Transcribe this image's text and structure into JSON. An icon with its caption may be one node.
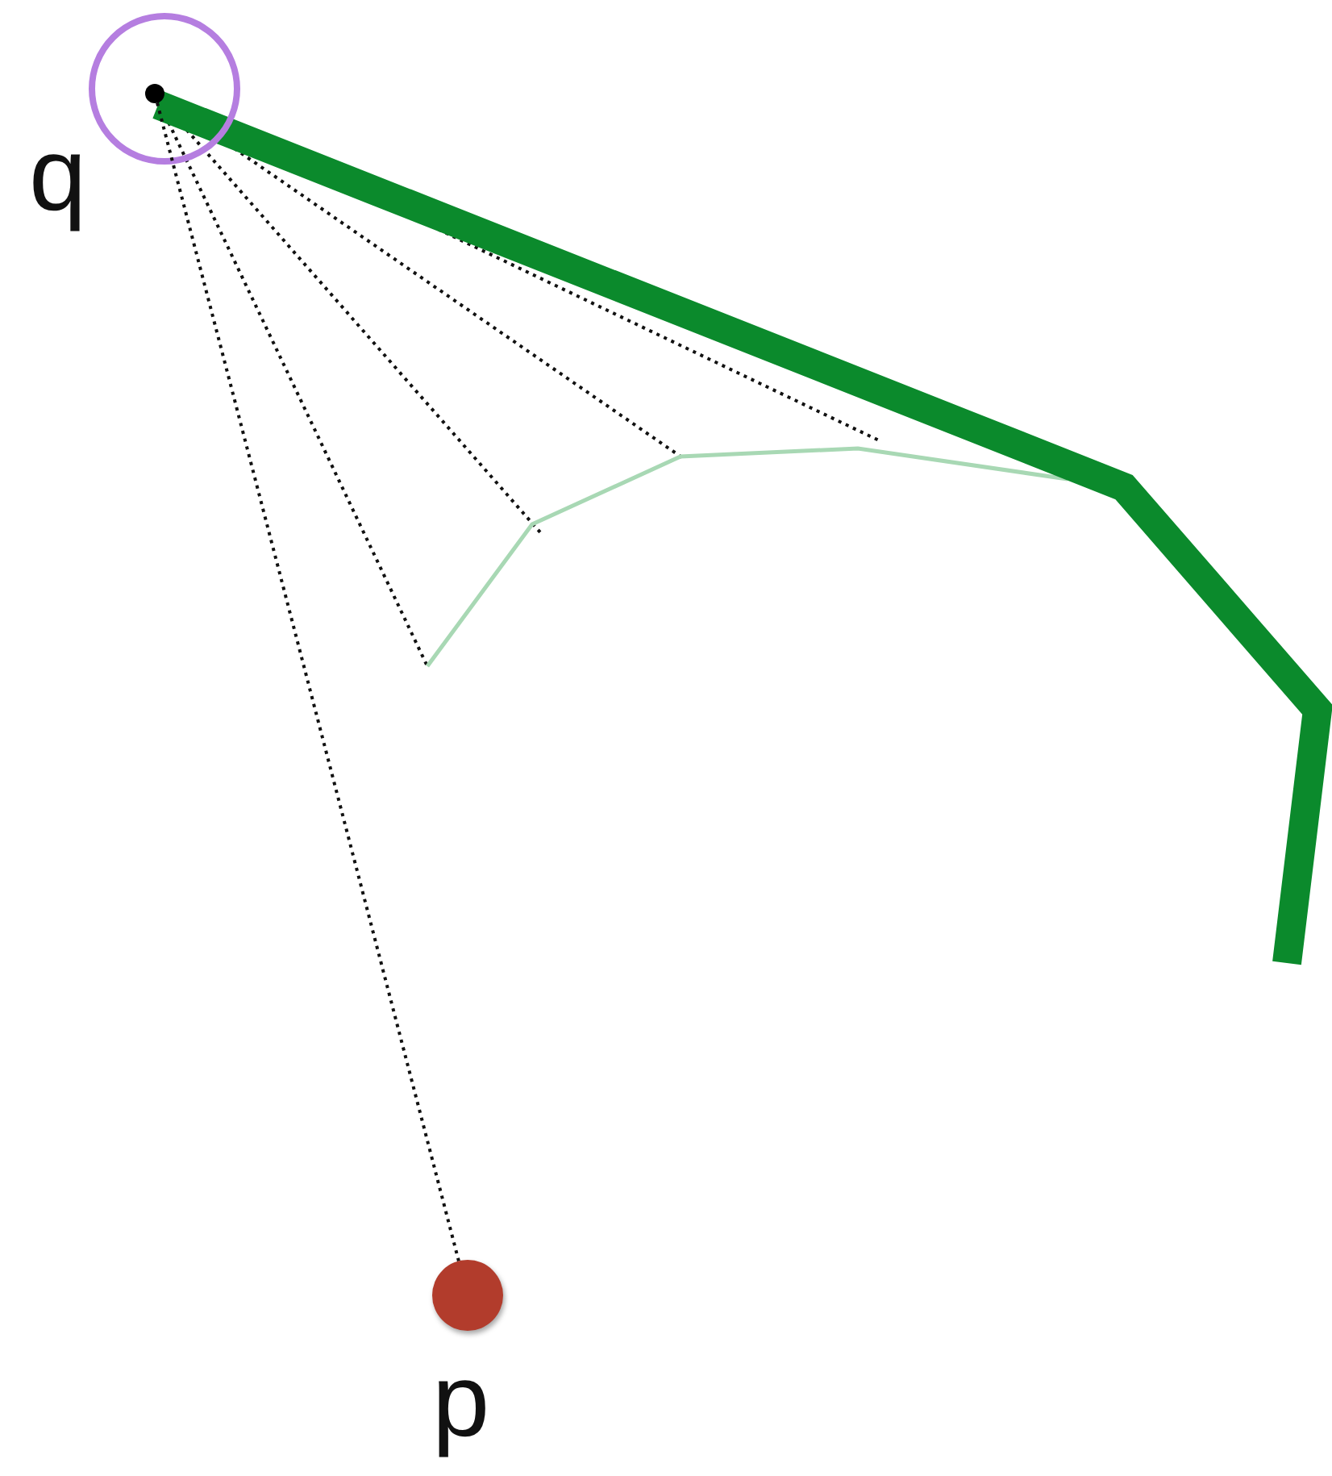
{
  "diagram": {
    "nodes": [
      {
        "text": [],
        "shape": "circle"
      },
      {
        "text": [],
        "shape": "circle"
      }
    ],
    "edges": [
      {
        "from": 0,
        "to": 1,
        "arrow": "none",
        "style": "dashed"
      }
    ],
    "labels": [
      "q",
      "p"
    ]
  }
}
